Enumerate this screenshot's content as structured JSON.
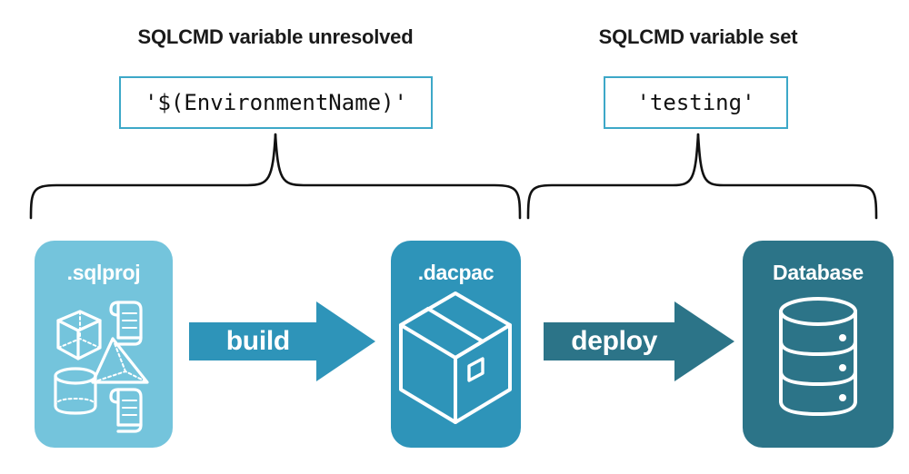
{
  "diagram": {
    "title_left": "SQLCMD variable unresolved",
    "title_right": "SQLCMD variable set",
    "value_left": "'$(EnvironmentName)'",
    "value_right": "'testing'",
    "colors": {
      "box_border": "#3da8c8",
      "sqlproj_fill": "#74c4dc",
      "dacpac_fill": "#2e94b9",
      "database_fill": "#2c7488",
      "build_arrow_fill": "#2e94b9",
      "deploy_arrow_fill": "#2c7488",
      "brace_stroke": "#111111",
      "icon_stroke": "#ffffff",
      "heading_text": "#1a1a1a"
    },
    "stages": [
      {
        "id": "sqlproj",
        "label": ".sqlproj",
        "icon": "shapes-and-scripts-icon"
      },
      {
        "id": "dacpac",
        "label": ".dacpac",
        "icon": "package-box-icon"
      },
      {
        "id": "database",
        "label": "Database",
        "icon": "database-cylinder-icon"
      }
    ],
    "arrows": [
      {
        "id": "build",
        "label": "build"
      },
      {
        "id": "deploy",
        "label": "deploy"
      }
    ]
  }
}
